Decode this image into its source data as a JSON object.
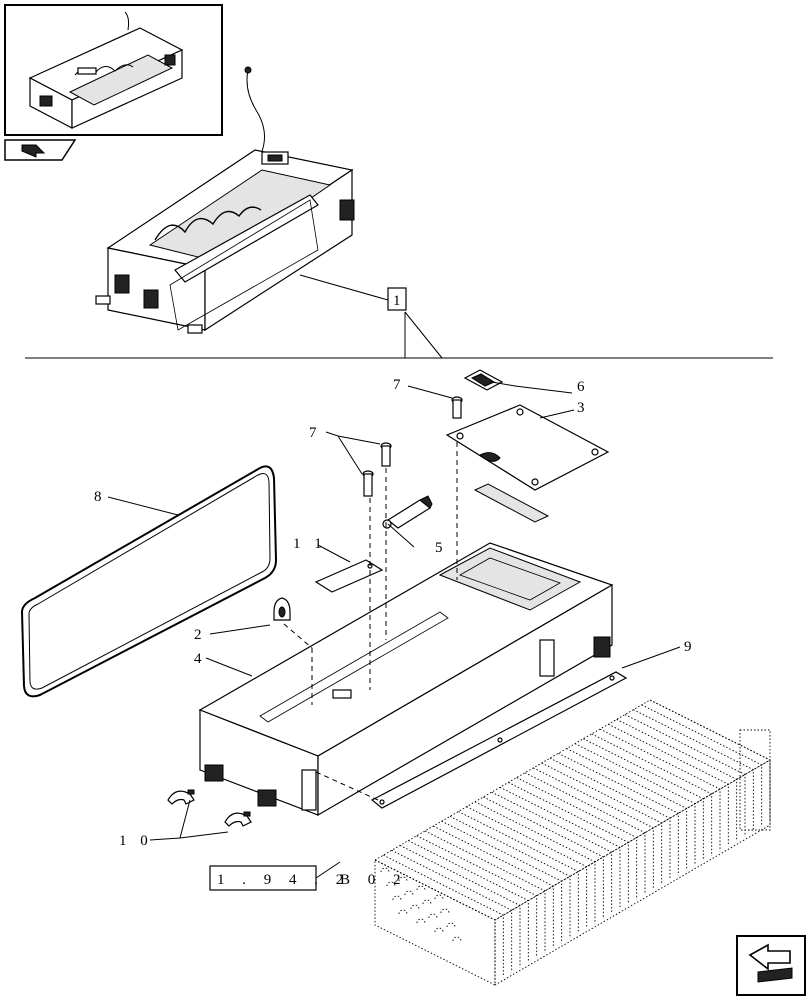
{
  "callouts": [
    {
      "id": "c1",
      "text": "1"
    },
    {
      "id": "c2",
      "text": "2"
    },
    {
      "id": "c3",
      "text": "3"
    },
    {
      "id": "c4",
      "text": "4"
    },
    {
      "id": "c5",
      "text": "5"
    },
    {
      "id": "c6",
      "text": "6"
    },
    {
      "id": "c7a",
      "text": "7"
    },
    {
      "id": "c7b",
      "text": "7"
    },
    {
      "id": "c8",
      "text": "8"
    },
    {
      "id": "c9",
      "text": "9"
    },
    {
      "id": "c10",
      "text": "1 0"
    },
    {
      "id": "c11",
      "text": "1 1"
    }
  ],
  "reference": {
    "code": "1 . 9 4 . 2",
    "suffix": "B 0 2"
  },
  "icons": [
    "thumbnail-view",
    "section-marker-icon",
    "next-page-arrow-icon"
  ]
}
